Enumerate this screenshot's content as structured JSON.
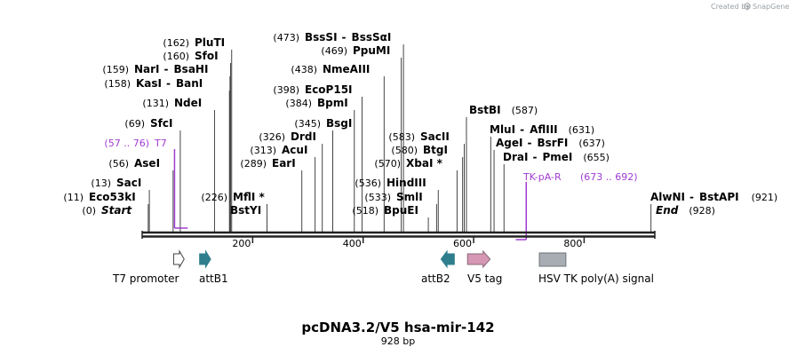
{
  "title": "pcDNA3.2/V5 hsa-mir-142",
  "length_label": "928 bp",
  "brand": {
    "created_by": "Created by",
    "name": "SnapGene"
  },
  "sequence_length": 928,
  "ticks": [
    {
      "value": 200,
      "label": "200"
    },
    {
      "value": 400,
      "label": "400"
    },
    {
      "value": 600,
      "label": "600"
    },
    {
      "value": 800,
      "label": "800"
    }
  ],
  "sites": [
    {
      "id": "s1",
      "pos_text": "(473)",
      "name": "BssSI",
      "name2": "BssSαI",
      "pos": 473
    },
    {
      "id": "s2",
      "pos_text": "(469)",
      "name": "PpuMI",
      "pos": 469
    },
    {
      "id": "s3",
      "pos_text": "(162)",
      "name": "PluTI",
      "pos": 162
    },
    {
      "id": "s4",
      "pos_text": "(160)",
      "name": "SfoI",
      "pos": 160
    },
    {
      "id": "s5",
      "pos_text": "(159)",
      "name": "NarI",
      "name2": "BsaHI",
      "pos": 159
    },
    {
      "id": "s6",
      "pos_text": "(158)",
      "name": "KasI",
      "name2": "BanI",
      "pos": 158
    },
    {
      "id": "s7",
      "pos_text": "(438)",
      "name": "NmeAIII",
      "pos": 438
    },
    {
      "id": "s8",
      "pos_text": "(398)",
      "name": "EcoP15I",
      "pos": 398
    },
    {
      "id": "s9",
      "pos_text": "(384)",
      "name": "BpmI",
      "pos": 384
    },
    {
      "id": "s10",
      "pos_text": "(131)",
      "name": "NdeI",
      "pos": 131
    },
    {
      "id": "s11",
      "pos_text": "(587)",
      "name": "BstBI",
      "pos": 587
    },
    {
      "id": "s12",
      "pos_text": "(69)",
      "name": "SfcI",
      "pos": 69
    },
    {
      "id": "s13",
      "pos_text": "(345)",
      "name": "BsgI",
      "pos": 345
    },
    {
      "id": "s14",
      "pos_text": "(631)",
      "name": "MluI",
      "name2": "AflIII",
      "pos": 631
    },
    {
      "id": "s15",
      "pos_text": "(326)",
      "name": "DrdI",
      "pos": 326
    },
    {
      "id": "s16",
      "pos_text": "(583)",
      "name": "SacII",
      "pos": 583
    },
    {
      "id": "s17",
      "pos_text": "(637)",
      "name": "AgeI",
      "name2": "BsrFI",
      "pos": 637
    },
    {
      "id": "s18",
      "pos_text": "(313)",
      "name": "AcuI",
      "pos": 313
    },
    {
      "id": "s19",
      "pos_text": "(580)",
      "name": "BtgI",
      "pos": 580
    },
    {
      "id": "s20",
      "pos_text": "(655)",
      "name": "DraI",
      "name2": "PmeI",
      "pos": 655
    },
    {
      "id": "s21",
      "pos_text": "(56)",
      "name": "AseI",
      "pos": 56
    },
    {
      "id": "s22",
      "pos_text": "(289)",
      "name": "EarI",
      "pos": 289
    },
    {
      "id": "s23",
      "pos_text": "(570)",
      "name": "XbaI *",
      "pos": 570
    },
    {
      "id": "s24",
      "pos_text": "(13)",
      "name": "SacI",
      "pos": 13
    },
    {
      "id": "s25",
      "pos_text": "(536)",
      "name": "HindIII",
      "pos": 536
    },
    {
      "id": "s26",
      "pos_text": "(11)",
      "name": "Eco53kI",
      "pos": 11
    },
    {
      "id": "s27",
      "pos_text": "(226)",
      "name": "MflI *",
      "pos": 226
    },
    {
      "id": "s28",
      "pos_text": "(533)",
      "name": "SmlI",
      "pos": 533
    },
    {
      "id": "s29",
      "pos_text": "(921)",
      "name": "AlwNI",
      "name2": "BstAPI",
      "pos": 921
    },
    {
      "id": "s30",
      "pos_text": "(0)",
      "name": "Start",
      "pos": 0,
      "italic": true
    },
    {
      "id": "s31",
      "name": "BstYI",
      "pos": 226
    },
    {
      "id": "s32",
      "pos_text": "(518)",
      "name": "BpuEI",
      "pos": 518
    },
    {
      "id": "s33",
      "pos_text": "(928)",
      "name": "End",
      "pos": 928,
      "italic": true
    }
  ],
  "primers": [
    {
      "id": "p1",
      "name": "T7",
      "range_text": "(57 .. 76)",
      "start": 57,
      "end": 76,
      "strand": "forward"
    },
    {
      "id": "p2",
      "name": "TK-pA-R",
      "range_text": "(673 .. 692)",
      "start": 673,
      "end": 692,
      "strand": "reverse"
    }
  ],
  "features": [
    {
      "id": "f1",
      "name": "T7 promoter",
      "start": 57,
      "end": 76,
      "shape": "arrow-right",
      "fill": "#ffffff",
      "stroke": "#444444"
    },
    {
      "id": "f2",
      "name": "attB1",
      "start": 104,
      "end": 124,
      "shape": "arrow-right",
      "fill": "#2e7e8e",
      "stroke": "#2e7e8e"
    },
    {
      "id": "f3",
      "name": "attB2",
      "start": 541,
      "end": 565,
      "shape": "arrow-left",
      "fill": "#2e7e8e",
      "stroke": "#2e7e8e"
    },
    {
      "id": "f4",
      "name": "V5 tag",
      "start": 589,
      "end": 630,
      "shape": "arrow-right",
      "fill": "#d597b4",
      "stroke": "#8a6a7a"
    },
    {
      "id": "f5",
      "name": "HSV TK poly(A) signal",
      "start": 719,
      "end": 767,
      "shape": "box",
      "fill": "#a8adb3",
      "stroke": "#6e7378"
    }
  ]
}
